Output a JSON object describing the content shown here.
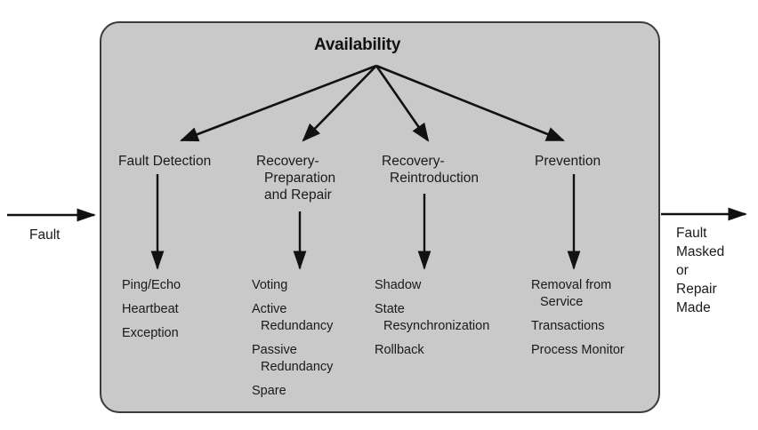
{
  "diagram": {
    "root": {
      "label": "Availability"
    },
    "panel_fill": "#c9c9c9",
    "panel_stroke": "#3b3b3b",
    "arrow_color": "#111111",
    "categories": [
      {
        "id": "fault-detection",
        "lines": [
          "Fault Detection"
        ],
        "leaves": [
          {
            "lines": [
              "Ping/Echo"
            ]
          },
          {
            "lines": [
              "Heartbeat"
            ]
          },
          {
            "lines": [
              "Exception"
            ]
          }
        ]
      },
      {
        "id": "recovery-preparation-and-repair",
        "lines": [
          "Recovery-",
          "Preparation",
          "and Repair"
        ],
        "leaves": [
          {
            "lines": [
              "Voting"
            ]
          },
          {
            "lines": [
              "Active",
              "Redundancy"
            ]
          },
          {
            "lines": [
              "Passive",
              "Redundancy"
            ]
          },
          {
            "lines": [
              "Spare"
            ]
          }
        ]
      },
      {
        "id": "recovery-reintroduction",
        "lines": [
          "Recovery-",
          "Reintroduction"
        ],
        "leaves": [
          {
            "lines": [
              "Shadow"
            ]
          },
          {
            "lines": [
              "State",
              "Resynchronization"
            ]
          },
          {
            "lines": [
              "Rollback"
            ]
          }
        ]
      },
      {
        "id": "prevention",
        "lines": [
          "Prevention"
        ],
        "leaves": [
          {
            "lines": [
              "Removal from",
              "Service"
            ]
          },
          {
            "lines": [
              "Transactions"
            ]
          },
          {
            "lines": [
              "Process Monitor"
            ]
          }
        ]
      }
    ],
    "input": {
      "label_lines": [
        "Fault"
      ]
    },
    "output": {
      "label_lines": [
        "Fault",
        "Masked",
        "or",
        "Repair",
        "Made"
      ]
    }
  }
}
